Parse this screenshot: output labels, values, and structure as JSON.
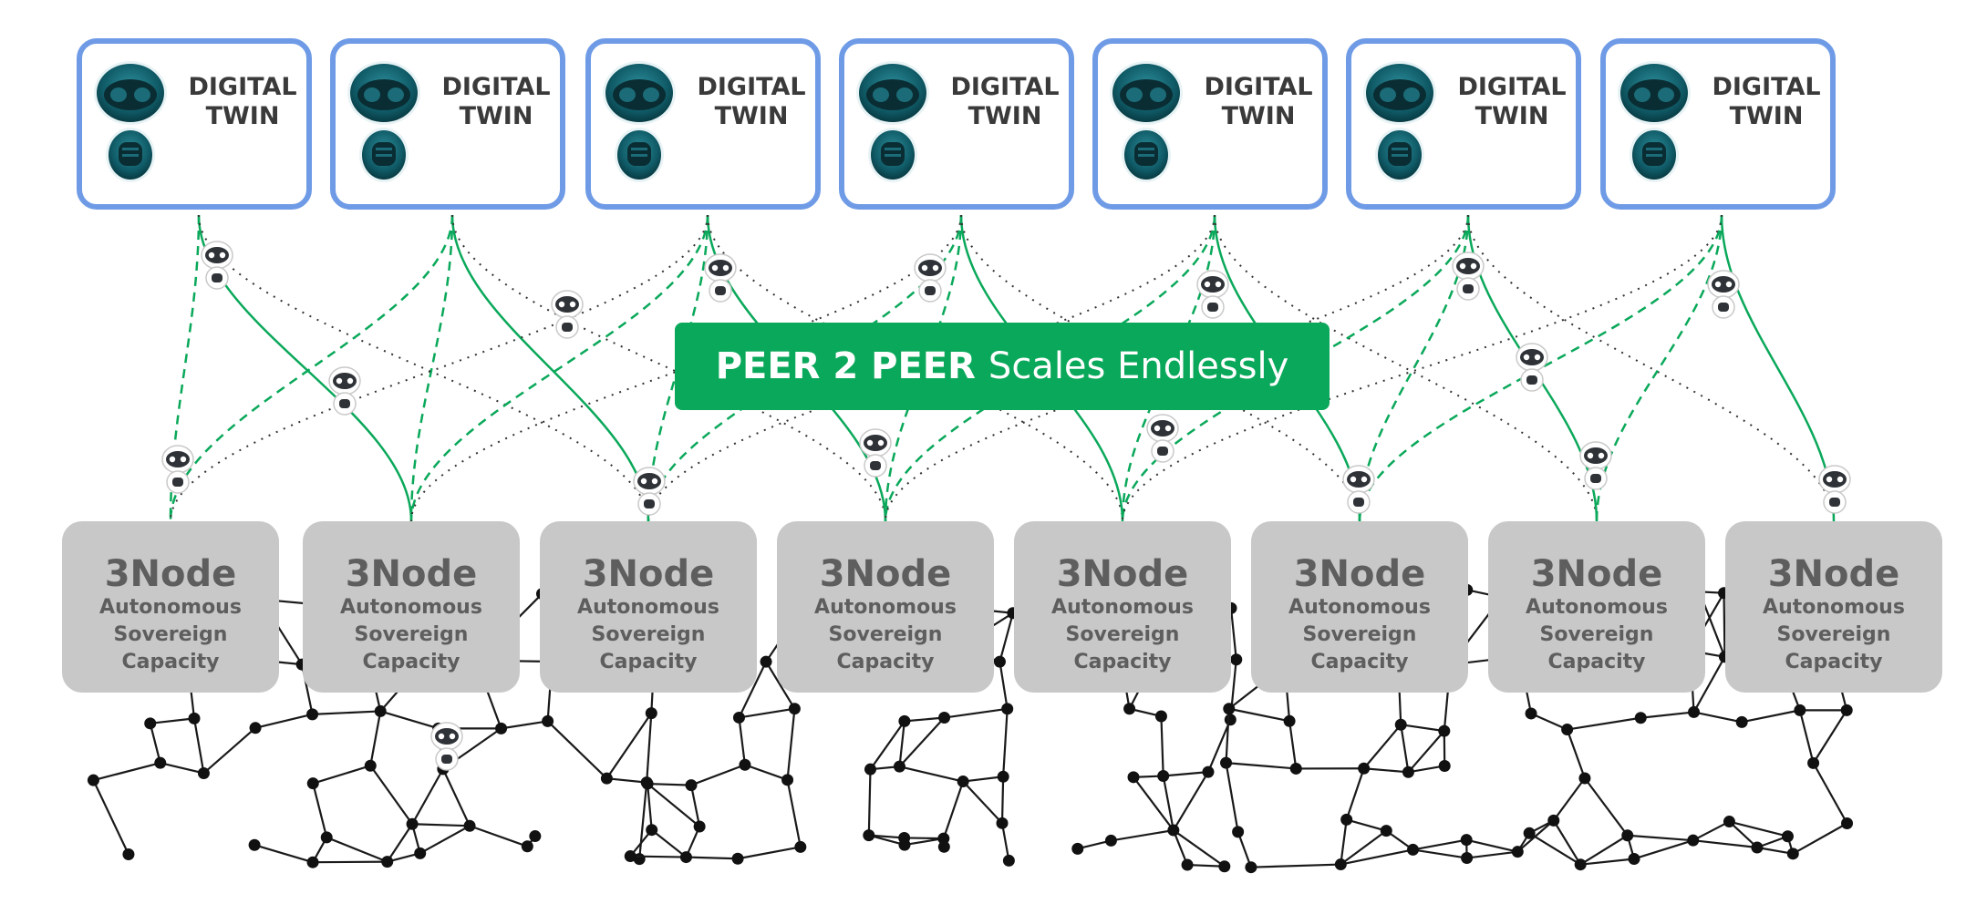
{
  "banner": {
    "strong": "PEER 2 PEER",
    "rest": "Scales Endlessly"
  },
  "digital_twins": [
    {
      "line1": "DIGITAL",
      "line2": "TWIN"
    },
    {
      "line1": "DIGITAL",
      "line2": "TWIN"
    },
    {
      "line1": "DIGITAL",
      "line2": "TWIN"
    },
    {
      "line1": "DIGITAL",
      "line2": "TWIN"
    },
    {
      "line1": "DIGITAL",
      "line2": "TWIN"
    },
    {
      "line1": "DIGITAL",
      "line2": "TWIN"
    },
    {
      "line1": "DIGITAL",
      "line2": "TWIN"
    }
  ],
  "nodes": [
    {
      "title": "3Node",
      "l1": "Autonomous",
      "l2": "Sovereign",
      "l3": "Capacity"
    },
    {
      "title": "3Node",
      "l1": "Autonomous",
      "l2": "Sovereign",
      "l3": "Capacity"
    },
    {
      "title": "3Node",
      "l1": "Autonomous",
      "l2": "Sovereign",
      "l3": "Capacity"
    },
    {
      "title": "3Node",
      "l1": "Autonomous",
      "l2": "Sovereign",
      "l3": "Capacity"
    },
    {
      "title": "3Node",
      "l1": "Autonomous",
      "l2": "Sovereign",
      "l3": "Capacity"
    },
    {
      "title": "3Node",
      "l1": "Autonomous",
      "l2": "Sovereign",
      "l3": "Capacity"
    },
    {
      "title": "3Node",
      "l1": "Autonomous",
      "l2": "Sovereign",
      "l3": "Capacity"
    },
    {
      "title": "3Node",
      "l1": "Autonomous",
      "l2": "Sovereign",
      "l3": "Capacity"
    }
  ],
  "icons": {
    "robot": "robot-icon",
    "mesh": "mesh-network"
  },
  "colors": {
    "twin_border": "#6f9be6",
    "node_fill": "#c8c8c8",
    "node_text": "#5e5e5e",
    "banner": "#0aa85a",
    "link_green": "#0aa85a",
    "link_dotted": "#333333",
    "robot": "#0f5a66"
  }
}
